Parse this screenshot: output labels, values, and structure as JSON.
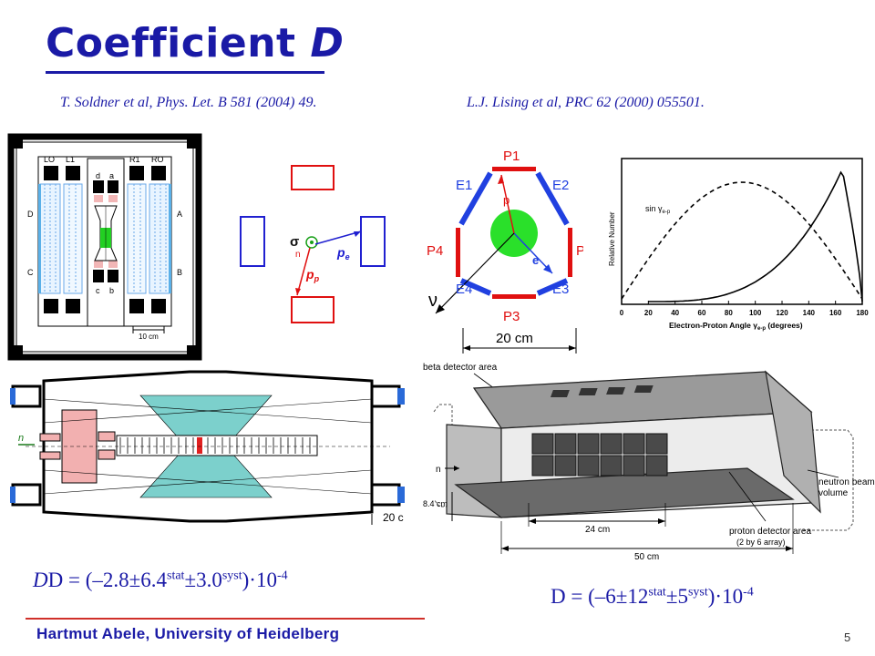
{
  "title": {
    "prefix": "Coefficient ",
    "symbol": "D"
  },
  "references": {
    "soldner": "T. Soldner et al, Phys. Let. B 581 (2004) 49.",
    "lising": "L.J. Lising et al, PRC 62 (2000) 055501."
  },
  "results": {
    "left": {
      "lead": "D = (–2.8±6.4",
      "stat": "stat",
      "mid": "±3.0",
      "syst": "syst",
      "tail": ")·10",
      "exp": "-4"
    },
    "right": {
      "lead": "D = (–6±12",
      "stat": "stat",
      "mid": "±5",
      "syst": "syst",
      "tail": ")·10",
      "exp": "-4"
    }
  },
  "footer": {
    "author": "Hartmut Abele, University of Heidelberg",
    "page": "5"
  },
  "fig_trine": {
    "labels": {
      "lo": "LO",
      "l1": "L1",
      "r1": "R1",
      "ro": "RO",
      "d": "d",
      "a": "a",
      "c": "c",
      "b": "b",
      "left_d": "D",
      "left_c": "C",
      "right_a": "A",
      "right_b": "B",
      "scale": "10 cm"
    }
  },
  "fig_geometry": {
    "labels": {
      "sigma": "σ",
      "n": "n",
      "pe": "p",
      "pe_sub": "e",
      "pp": "p",
      "pp_sub": "p"
    }
  },
  "fig_octagon": {
    "labels": {
      "p1": "P1",
      "e1": "E1",
      "e2": "E2",
      "p4": "P4",
      "p2": "P",
      "e4": "E4",
      "e3": "E3",
      "p3": "P3",
      "p": "p",
      "e": "e",
      "nu": "ν",
      "scale": "20 cm"
    }
  },
  "fig_distribution": {
    "labels": {
      "sin": "sin γ",
      "sin_sub": "e-p",
      "ylabel": "Relative Number",
      "xlabel": "Electron-Proton Angle γ",
      "xlabel_sub": "e-p",
      "xlabel_unit": " (degrees)"
    },
    "ticks": [
      "0",
      "20",
      "40",
      "60",
      "80",
      "100",
      "120",
      "140",
      "160",
      "180"
    ]
  },
  "fig_beamline": {
    "labels": {
      "n": "n",
      "scale": "20 c"
    }
  },
  "fig_emit": {
    "labels": {
      "beta": "beta detector area",
      "n": "n",
      "neutron": "neutron beam",
      "volume": "volume",
      "dim84": "8.4 cm",
      "dim24": "24 cm",
      "dim50": "50 cm",
      "proton": "proton detector area",
      "array": "(2 by 6 array)"
    }
  }
}
